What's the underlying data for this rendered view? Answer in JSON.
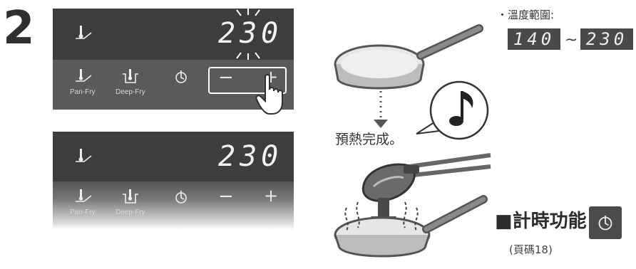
{
  "step_number": "2",
  "panel_top": {
    "display": "230",
    "pan_fry_label": "Pan-Fry",
    "deep_fry_label": "Deep-Fry"
  },
  "panel_bottom": {
    "display": "230",
    "pan_fry_label": "Pan-Fry",
    "deep_fry_label": "Deep-Fry"
  },
  "controls": {
    "minus": "−",
    "plus": "+"
  },
  "temperature_range": {
    "label": "・溫度範圍:",
    "min": "140",
    "separator": "~",
    "max": "230"
  },
  "preheat_text": "預熱完成。",
  "timer": {
    "title": "■計時功能",
    "reference": "(頁碼18)"
  },
  "icons": [
    "pan-fry-icon",
    "deep-fry-icon",
    "timer-icon",
    "hand-pointer-icon",
    "music-note-icon",
    "frying-pan-icon",
    "tongs-icon",
    "down-arrow-icon"
  ]
}
